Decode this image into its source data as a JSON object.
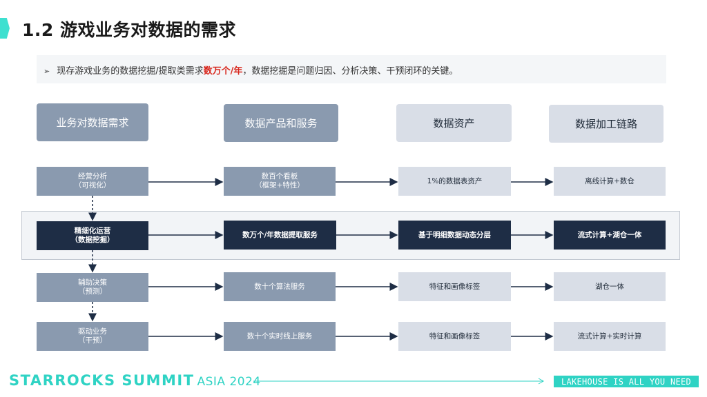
{
  "title": "1.2 游戏业务对数据的需求",
  "note": {
    "bullet": "➢",
    "pre": "现存游戏业务的数据挖掘/提取类需求",
    "highlight": "数万个/年",
    "post": "，数据挖掘是问题归因、分析决策、干预闭环的关键。"
  },
  "headers": [
    "业务对数据需求",
    "数据产品和服务",
    "数据资产",
    "数据加工链路"
  ],
  "rows": [
    {
      "need": [
        "经营分析",
        "（可视化）"
      ],
      "product": [
        "数百个看板",
        "（框架+特性）"
      ],
      "asset": "1%的数据表资产",
      "pipeline": "离线计算+数仓"
    },
    {
      "need": [
        "精细化运营",
        "（数据挖掘）"
      ],
      "product": [
        "数万个/年数据提取服务"
      ],
      "asset": "基于明细数据动态分层",
      "pipeline": "流式计算+湖仓一体"
    },
    {
      "need": [
        "辅助决策",
        "（预测）"
      ],
      "product": [
        "数十个算法服务"
      ],
      "asset": "特征和画像标签",
      "pipeline": "湖仓一体"
    },
    {
      "need": [
        "驱动业务",
        "（干预）"
      ],
      "product": [
        "数十个实时线上服务"
      ],
      "asset": "特征和画像标签",
      "pipeline": "流式计算+实时计算"
    }
  ],
  "footer": {
    "brand": "STARROCKS SUMMIT",
    "event": "ASIA 2024",
    "tagline": "LAKEHOUSE IS ALL YOU NEED"
  },
  "colors": {
    "accent": "#2fd3c4",
    "navy": "#1e2d45",
    "mid": "#8a9aaf",
    "light": "#d9dee7",
    "highlight": "#d8281e"
  }
}
